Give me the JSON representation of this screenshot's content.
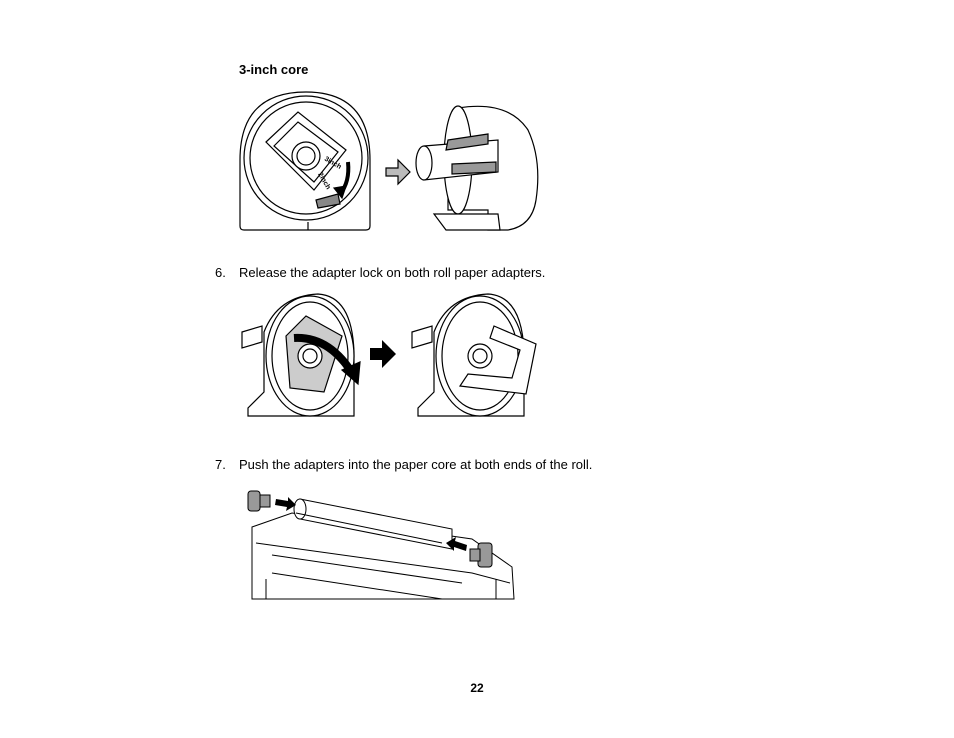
{
  "section": {
    "heading": "3-inch core"
  },
  "figures": {
    "core_dial_text_1": "3inch",
    "core_dial_text_2": "2inch"
  },
  "steps": [
    {
      "number": "6.",
      "text": "Release the adapter lock on both roll paper adapters."
    },
    {
      "number": "7.",
      "text": "Push the adapters into the paper core at both ends of the roll."
    }
  ],
  "footer": {
    "page_number": "22"
  }
}
